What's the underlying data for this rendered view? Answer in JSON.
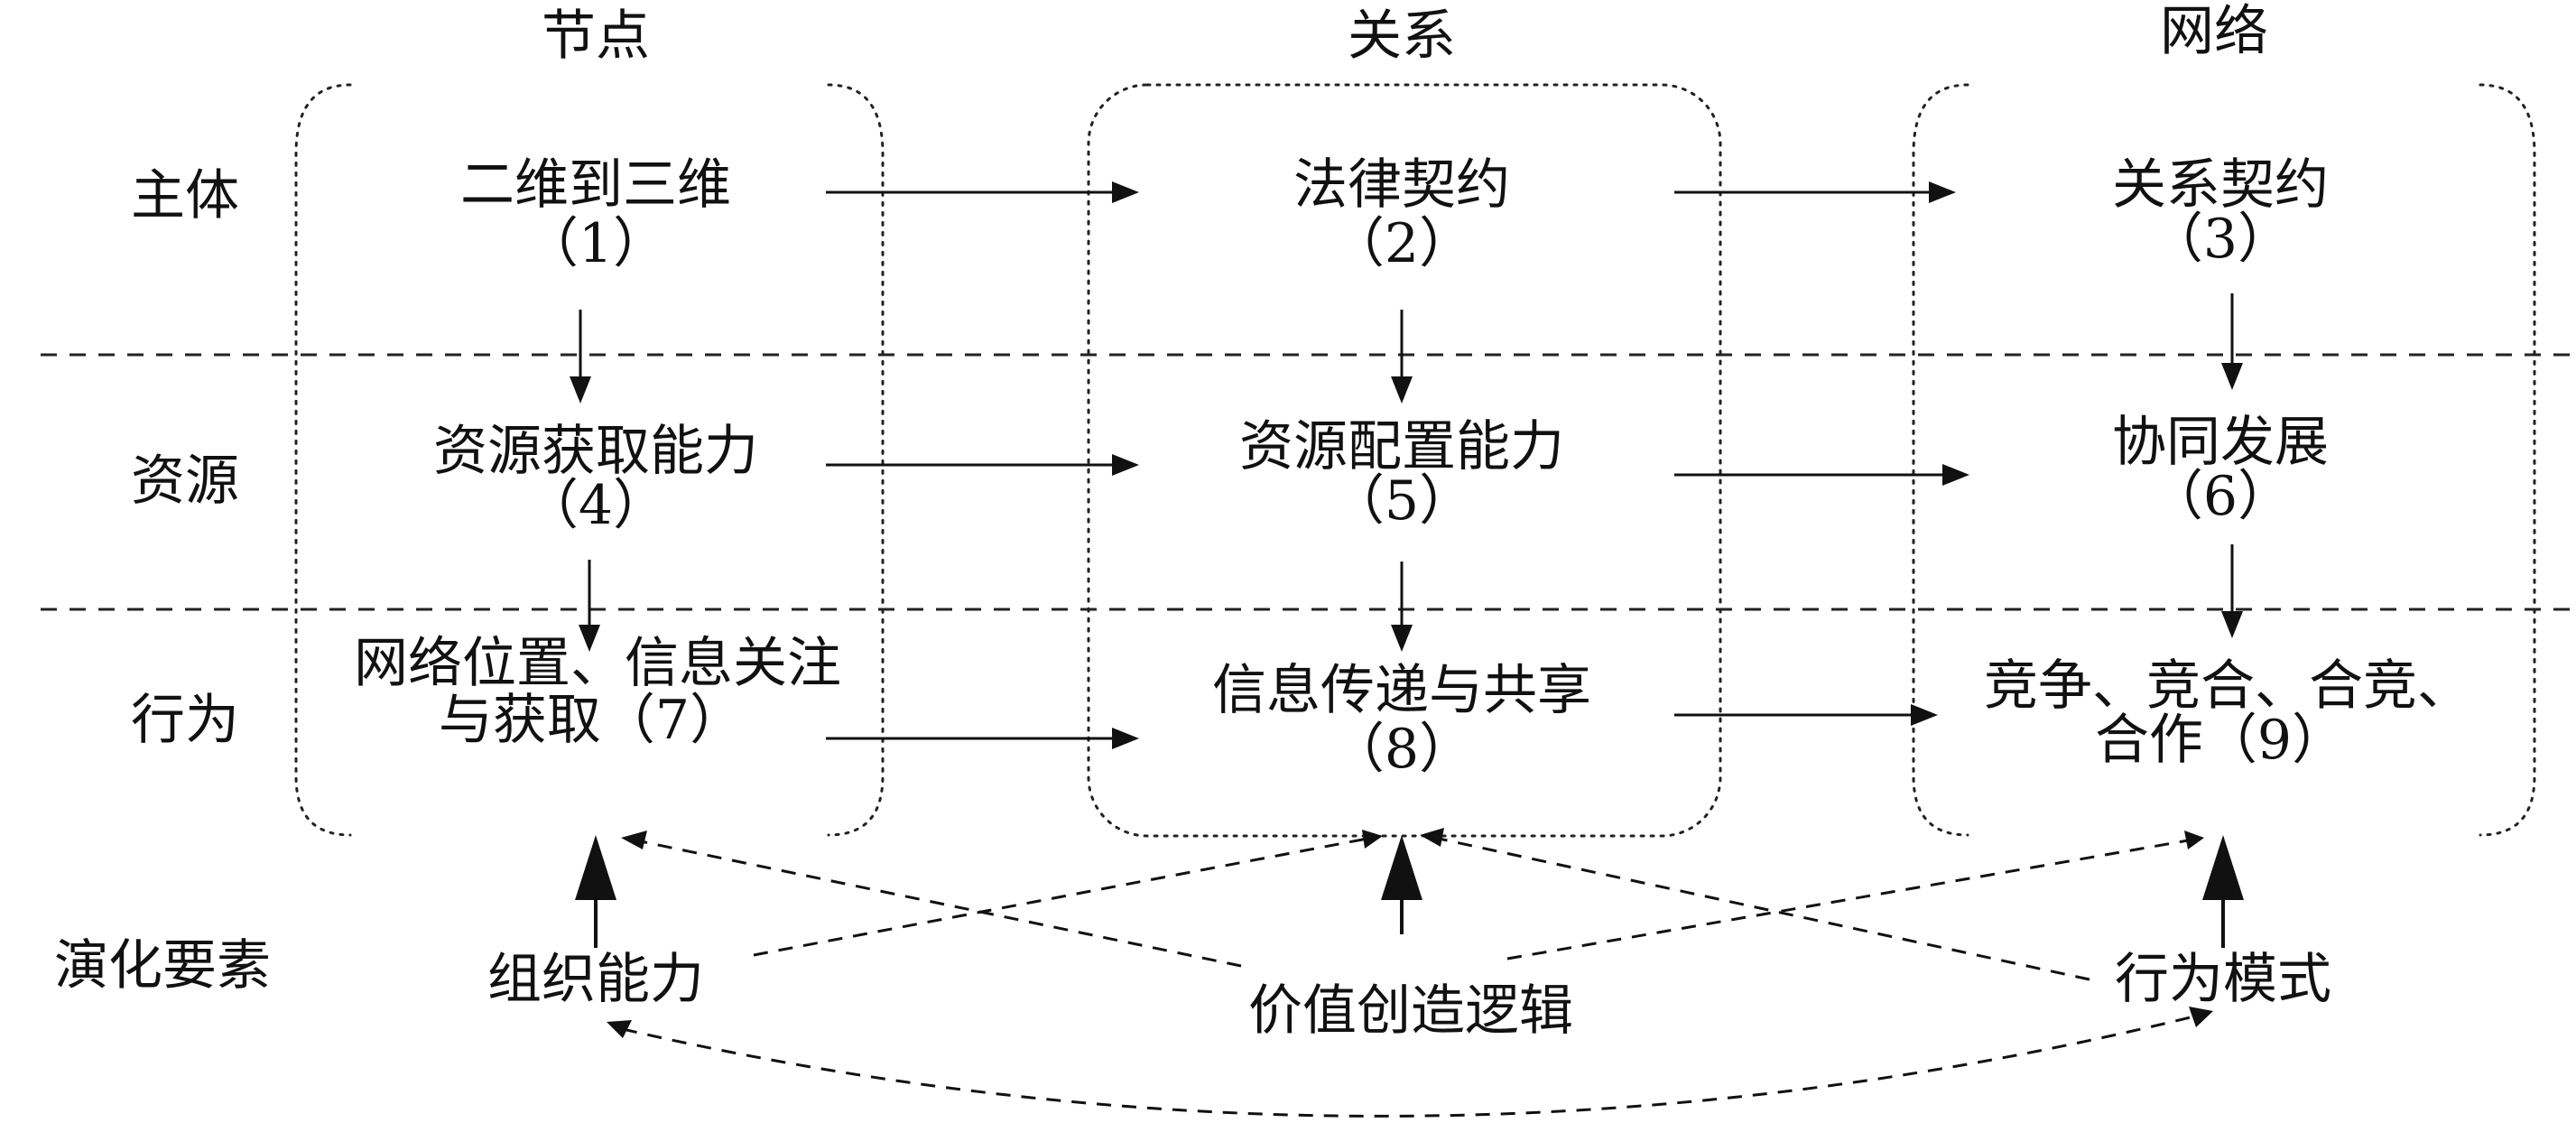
{
  "columns": {
    "node": "节点",
    "relation": "关系",
    "network": "网络"
  },
  "rows": {
    "subject": "主体",
    "resource": "资源",
    "behavior": "行为",
    "evolution": "演化要素"
  },
  "cells": {
    "n1": [
      "二维到三维",
      "（1）"
    ],
    "n2": [
      "法律契约",
      "（2）"
    ],
    "n3": [
      "关系契约",
      "（3）"
    ],
    "n4": [
      "资源获取能力",
      "（4）"
    ],
    "n5": [
      "资源配置能力",
      "（5）"
    ],
    "n6": [
      "协同发展",
      "（6）"
    ],
    "n7": [
      "网络位置、信息关注",
      "与获取（7）"
    ],
    "n8": [
      "信息传递与共享",
      "（8）"
    ],
    "n9": [
      "竞争、竞合、合竞、",
      "合作（9）"
    ]
  },
  "evolution": {
    "org": "组织能力",
    "value": "价值创造逻辑",
    "pattern": "行为模式"
  }
}
